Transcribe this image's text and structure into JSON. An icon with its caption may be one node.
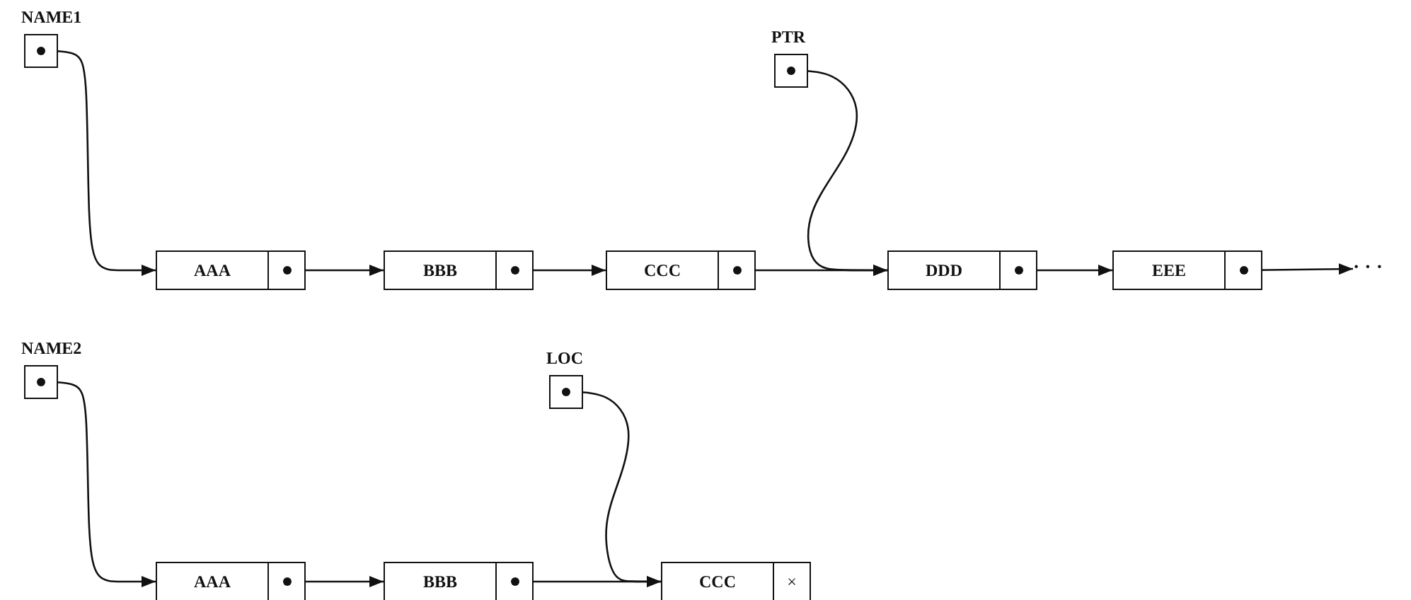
{
  "diagram": {
    "nodes": [
      {
        "text": [
          "NAME1"
        ]
      },
      {
        "text": [
          "PTR"
        ]
      },
      {
        "text": [
          "AAA"
        ]
      },
      {
        "text": [
          "BBB"
        ]
      },
      {
        "text": [
          "CCC"
        ]
      },
      {
        "text": [
          "DDD"
        ]
      },
      {
        "text": [
          "EEE"
        ]
      },
      {
        "text": [
          "· · ·"
        ]
      },
      {
        "text": [
          "NAME2"
        ]
      },
      {
        "text": [
          "LOC"
        ]
      },
      {
        "text": [
          "AAA"
        ]
      },
      {
        "text": [
          "BBB"
        ]
      },
      {
        "text": [
          "CCC",
          "×"
        ]
      }
    ],
    "edges": [
      {
        "from": 0,
        "to": 2,
        "arrow": "to"
      },
      {
        "from": 1,
        "to": 5,
        "arrow": "to"
      },
      {
        "from": 2,
        "to": 3,
        "arrow": "to"
      },
      {
        "from": 3,
        "to": 4,
        "arrow": "to"
      },
      {
        "from": 4,
        "to": 5,
        "arrow": "to"
      },
      {
        "from": 5,
        "to": 6,
        "arrow": "to"
      },
      {
        "from": 6,
        "to": 7,
        "arrow": "to"
      },
      {
        "from": 8,
        "to": 10,
        "arrow": "to"
      },
      {
        "from": 9,
        "to": 12,
        "arrow": "to"
      },
      {
        "from": 10,
        "to": 11,
        "arrow": "to"
      },
      {
        "from": 11,
        "to": 12,
        "arrow": "to"
      }
    ]
  }
}
